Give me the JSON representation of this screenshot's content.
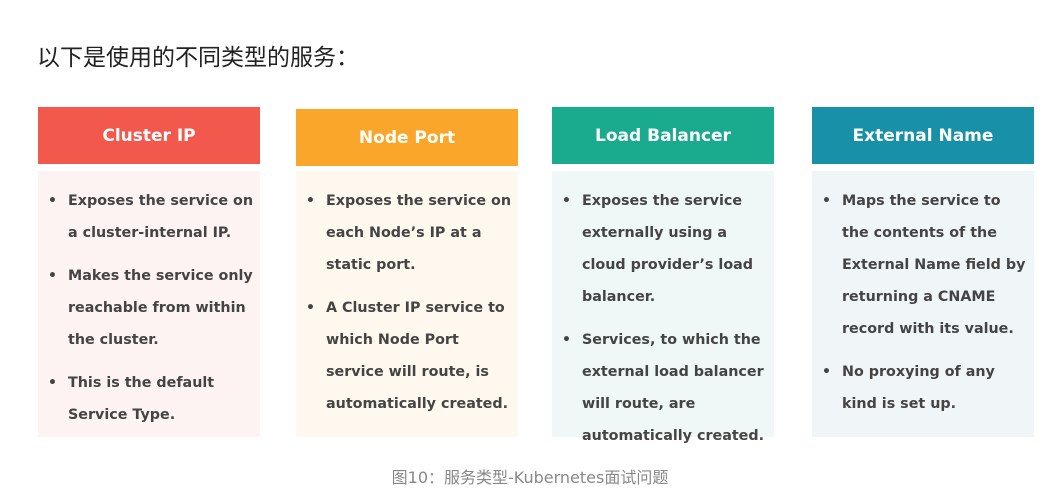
{
  "heading": "以下是使用的不同类型的服务：",
  "bullet_glyph": "•",
  "cards": [
    {
      "title": "Cluster IP",
      "header_color": "#f2584b",
      "body_color": "#fdf3f2",
      "items": [
        "Exposes the service on a cluster-internal IP.",
        "Makes the service only reachable from within the cluster.",
        "This is the default Service Type."
      ]
    },
    {
      "title": "Node Port",
      "header_color": "#f9a62b",
      "body_color": "#fef8ef",
      "items": [
        "Exposes the service on each Node’s IP at a static port.",
        "A Cluster IP service to which Node Port service will route, is automatically created."
      ]
    },
    {
      "title": "Load Balancer",
      "header_color": "#1aaa8e",
      "body_color": "#eff8f7",
      "items": [
        "Exposes the service externally using a cloud provider’s load balancer.",
        "Services, to which the external load balancer will route, are automatically created."
      ]
    },
    {
      "title": "External Name",
      "header_color": "#1891a8",
      "body_color": "#f0f6f8",
      "items": [
        "Maps the service to the contents of the External Name  field by returning a CNAME record with its value.",
        "No proxying of any kind is set up."
      ]
    }
  ],
  "caption": "图10：服务类型-Kubernetes面试问题"
}
